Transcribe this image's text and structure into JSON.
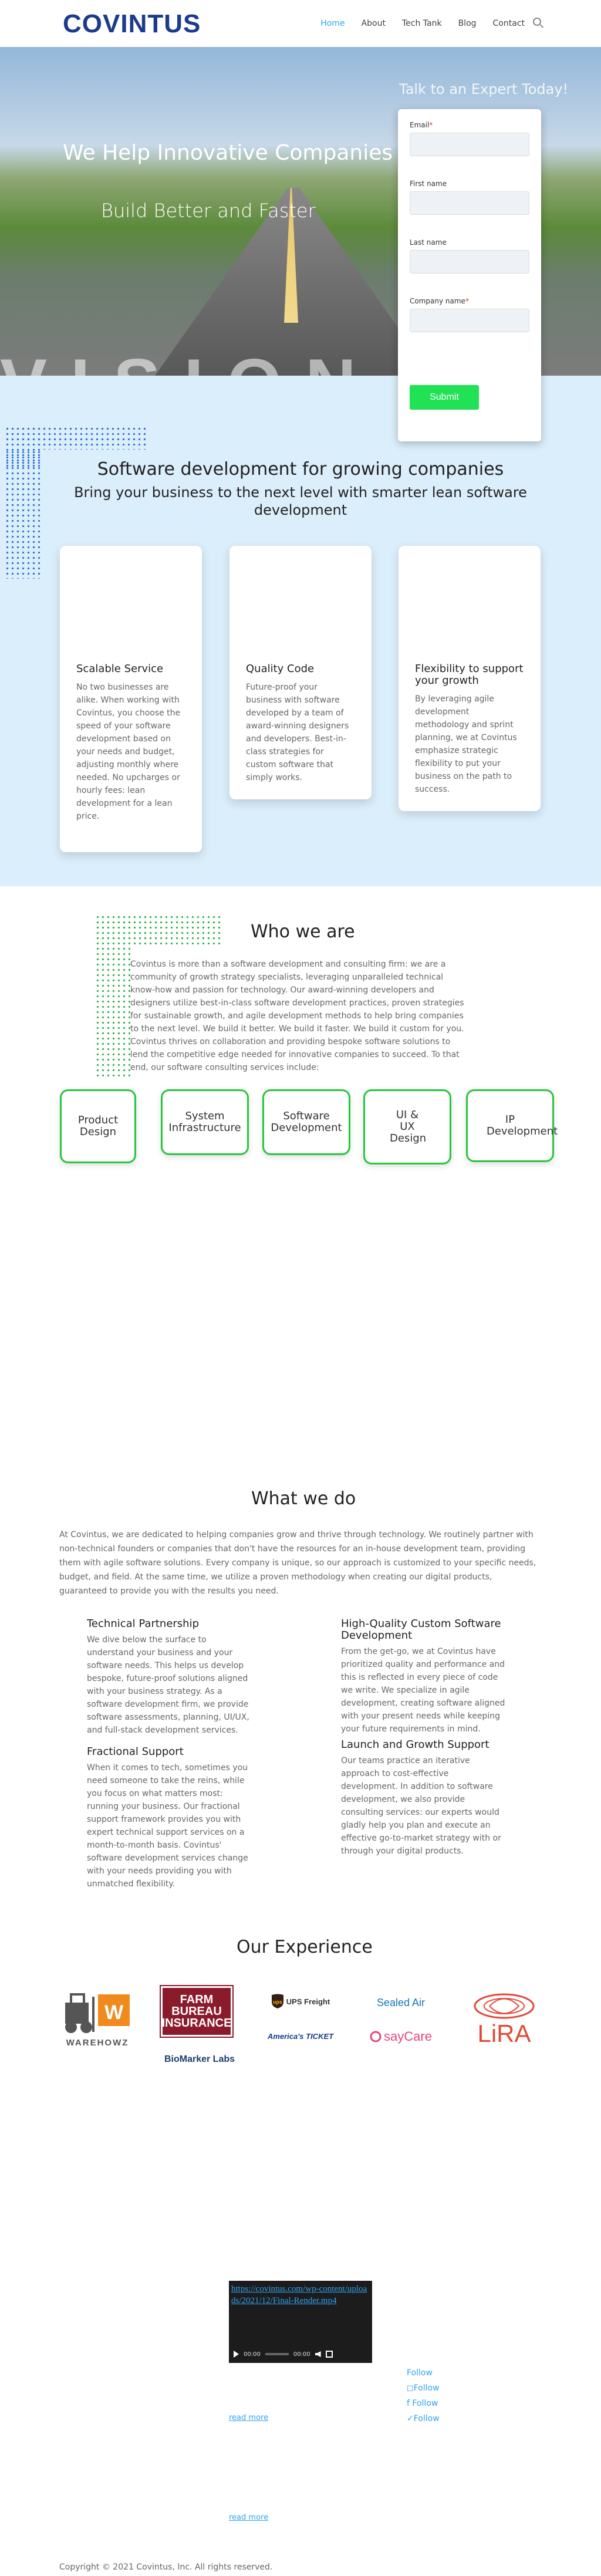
{
  "header": {
    "logo": "COVINTUS",
    "nav": [
      "Home",
      "About",
      "Tech Tank",
      "Blog",
      "Contact"
    ]
  },
  "hero": {
    "title": "We Help Innovative Companies",
    "subtitle": "Build Better and Faster",
    "corner_text": "Talk to an Expert Today!",
    "road_text": "VISION"
  },
  "form": {
    "email_label": "Email",
    "first_label": "First name",
    "last_label": "Last name",
    "company_label": "Company name",
    "required_mark": "*",
    "submit": "Submit"
  },
  "software": {
    "title": "Software development for growing companies",
    "subtitle": "Bring your business to the next level with smarter lean software development",
    "cards": [
      {
        "title": "Scalable Service",
        "text": "No two businesses are alike. When working with Covintus, you choose the speed of your software development based on your needs and budget, adjusting monthly where needed. No upcharges or hourly fees: lean development for a lean price."
      },
      {
        "title": "Quality Code",
        "text": "Future-proof your business with software developed by a team of award-winning designers and developers. Best-in-class strategies for custom software that simply works."
      },
      {
        "title": "Flexibility to support your growth",
        "text": "By leveraging agile development methodology and sprint planning, we at Covintus emphasize strategic flexibility to put your business on the path to success."
      }
    ]
  },
  "who": {
    "title": "Who we are",
    "text": "Covintus is more than a software development and consulting firm: we are a community of growth strategy specialists, leveraging unparalleled technical know-how and passion for technology. Our award-winning developers and designers utilize best-in-class software development practices, proven strategies for sustainable growth, and agile development methods to help bring companies to the next level. We build it better. We build it faster. We build it custom for you. Covintus thrives on collaboration and providing bespoke software solutions to lend the competitive edge needed for innovative companies to succeed. To that end, our software consulting services include:",
    "services": [
      "Product Design",
      "System Infrastructure",
      "Software Development",
      "UI & UX Design",
      "IP Development"
    ]
  },
  "what": {
    "title": "What we do",
    "intro": "At Covintus, we are dedicated to helping companies grow and thrive through technology. We routinely partner with non-technical founders or companies that don't have the resources for an in-house development team, providing them with agile software solutions. Every company is unique, so our approach is customized to your specific needs, budget, and field. At the same time, we utilize a proven methodology when creating our digital products, guaranteed to provide you with the results you need.",
    "items": [
      {
        "title": "Technical Partnership",
        "text": "We dive below the surface to understand your business and your software needs. This helps us develop bespoke, future-proof solutions aligned with your business strategy. As a software development firm, we provide software assessments, planning, UI/UX, and full-stack development services."
      },
      {
        "title": "High-Quality Custom Software Development",
        "text": "From the get-go, we at Covintus have prioritized quality and performance and this is reflected in every piece of code we write. We specialize in agile development, creating software aligned with your present needs while keeping your future requirements in mind."
      },
      {
        "title": "Fractional Support",
        "text": "When it comes to tech, sometimes you need someone to take the reins, while you focus on what matters most: running your business. Our fractional support framework provides you with expert technical support services on a month-to-month basis. Covintus' software development services change with your needs providing you with unmatched flexibility."
      },
      {
        "title": "Launch and Growth Support",
        "text": "Our teams practice an iterative approach to cost-effective development. In addition to software development, we also provide consulting services: our experts would gladly help you plan and execute an effective go-to-market strategy with or through your digital products."
      }
    ]
  },
  "experience": {
    "title": "Our Experience",
    "logos": [
      "WAREHOWZ",
      "FARM BUREAU INSURANCE",
      "UPS Freight",
      "Sealed Air",
      "LiRA",
      "BioMarker Labs",
      "America's TICKET",
      "sayCare"
    ]
  },
  "video": {
    "link": "https://covintus.com/wp-content/uploads/2021/12/Final-Render.mp4",
    "time1": "00:00",
    "time2": "00:00"
  },
  "footer": {
    "follow": [
      "Follow",
      "Follow",
      "Follow",
      "Follow"
    ],
    "read_more": "read more",
    "copyright": "Copyright © 2021 Covintus, Inc. All rights reserved."
  }
}
